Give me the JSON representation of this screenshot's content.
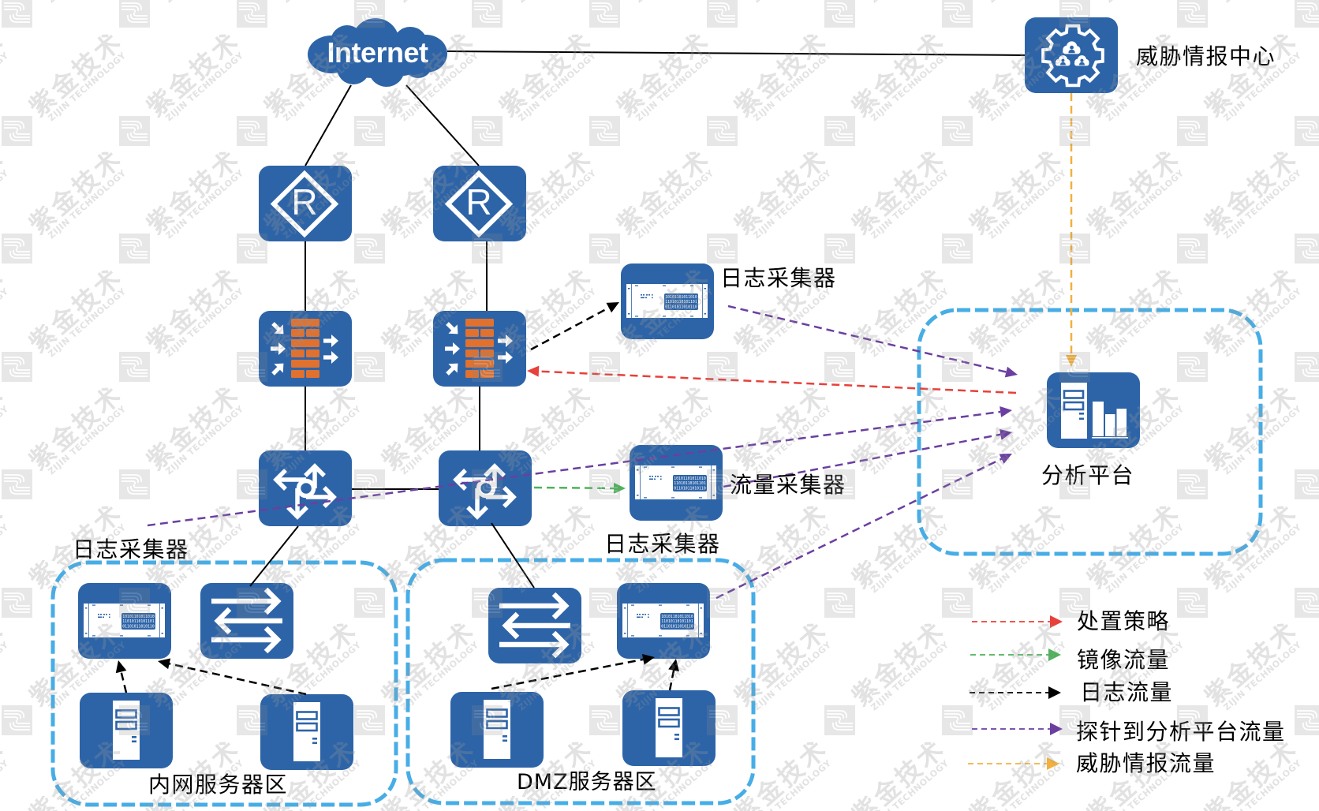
{
  "colors": {
    "device_blue": "#2d64a8",
    "firewall_brick": "#e0712f",
    "zone_border": "#47ade6"
  },
  "router_glyph": "R",
  "rack_display_lines": [
    "10101101011010",
    "11010110101101",
    "01101011010110"
  ],
  "nodes": {
    "internet": {
      "label": "Internet",
      "type": "internet",
      "icon": "cloud-icon"
    },
    "threat_intel": {
      "label": "威胁情报中心",
      "type": "threat-intelligence-center",
      "icon": "gear-users-icon"
    },
    "router_1": {
      "type": "router",
      "icon": "router-icon"
    },
    "router_2": {
      "type": "router",
      "icon": "router-icon"
    },
    "firewall_1": {
      "type": "firewall",
      "icon": "firewall-icon"
    },
    "firewall_2": {
      "type": "firewall",
      "icon": "firewall-icon"
    },
    "core_switch_1": {
      "type": "core-switch",
      "icon": "core-switch-icon"
    },
    "core_switch_2": {
      "type": "core-switch",
      "icon": "core-switch-icon"
    },
    "log_collector_top": {
      "label": "日志采集器",
      "type": "log-collector",
      "icon": "rack-server-icon"
    },
    "flow_collector": {
      "label": "流量采集器",
      "type": "flow-collector",
      "icon": "rack-server-icon"
    },
    "analysis_platform": {
      "label": "分析平台",
      "type": "analysis-platform",
      "icon": "analytics-server-icon"
    },
    "log_collector_inner": {
      "label": "日志采集器",
      "type": "log-collector",
      "icon": "rack-server-icon"
    },
    "inner_switch": {
      "type": "switch",
      "icon": "switch-icon"
    },
    "inner_server_1": {
      "type": "server",
      "icon": "tower-server-icon"
    },
    "inner_server_2": {
      "type": "server",
      "icon": "tower-server-icon"
    },
    "dmz_switch": {
      "type": "switch",
      "icon": "switch-icon"
    },
    "log_collector_dmz": {
      "label": "日志采集器",
      "type": "log-collector",
      "icon": "rack-server-icon"
    },
    "dmz_server_1": {
      "type": "server",
      "icon": "tower-server-icon"
    },
    "dmz_server_2": {
      "type": "server",
      "icon": "tower-server-icon"
    }
  },
  "zones": {
    "analysis": {
      "members": [
        "analysis_platform"
      ]
    },
    "inner": {
      "label": "内网服务器区",
      "members": [
        "log_collector_inner",
        "inner_switch",
        "inner_server_1",
        "inner_server_2"
      ]
    },
    "dmz": {
      "label": "DMZ服务器区",
      "members": [
        "dmz_switch",
        "log_collector_dmz",
        "dmz_server_1",
        "dmz_server_2"
      ]
    }
  },
  "flow_types": {
    "link": {
      "color": "#000000"
    },
    "policy": {
      "color": "#e8403a"
    },
    "mirror": {
      "color": "#4db35a"
    },
    "log": {
      "color": "#000000"
    },
    "probe": {
      "color": "#6b3fa0"
    },
    "threat": {
      "color": "#f2b03e"
    }
  },
  "legend": [
    {
      "flow": "policy",
      "label": "处置策略"
    },
    {
      "flow": "mirror",
      "label": "镜像流量"
    },
    {
      "flow": "log",
      "label": "日志流量"
    },
    {
      "flow": "probe",
      "label": "探针到分析平台流量"
    },
    {
      "flow": "threat",
      "label": "威胁情报流量"
    }
  ],
  "edges": [
    {
      "id": "internet-threat",
      "from": "internet",
      "to": "threat_intel",
      "flow": "link"
    },
    {
      "id": "internet-router1",
      "from": "internet",
      "to": "router_1",
      "flow": "link"
    },
    {
      "id": "internet-router2",
      "from": "internet",
      "to": "router_2",
      "flow": "link"
    },
    {
      "id": "router1-fw1",
      "from": "router_1",
      "to": "firewall_1",
      "flow": "link"
    },
    {
      "id": "router2-fw2",
      "from": "router_2",
      "to": "firewall_2",
      "flow": "link"
    },
    {
      "id": "fw1-core1",
      "from": "firewall_1",
      "to": "core_switch_1",
      "flow": "link"
    },
    {
      "id": "fw2-core2",
      "from": "firewall_2",
      "to": "core_switch_2",
      "flow": "link"
    },
    {
      "id": "core1-core2",
      "from": "core_switch_1",
      "to": "core_switch_2",
      "flow": "link"
    },
    {
      "id": "core1-innersw",
      "from": "core_switch_1",
      "to": "inner_switch",
      "flow": "link"
    },
    {
      "id": "core2-dmzsw",
      "from": "core_switch_2",
      "to": "dmz_switch",
      "flow": "link"
    },
    {
      "id": "fw2-logtop",
      "from": "firewall_2",
      "to": "log_collector_top",
      "flow": "log"
    },
    {
      "id": "analysis-fw2",
      "from": "analysis_platform",
      "to": "firewall_2",
      "flow": "policy"
    },
    {
      "id": "core2-flow",
      "from": "core_switch_2",
      "to": "flow_collector",
      "flow": "mirror"
    },
    {
      "id": "logtop-analysis",
      "from": "log_collector_top",
      "to": "analysis_platform",
      "flow": "probe"
    },
    {
      "id": "loginner-analysis",
      "from": "log_collector_inner",
      "to": "analysis_platform",
      "flow": "probe"
    },
    {
      "id": "flow-analysis",
      "from": "flow_collector",
      "to": "analysis_platform",
      "flow": "probe"
    },
    {
      "id": "logdmz-analysis",
      "from": "log_collector_dmz",
      "to": "analysis_platform",
      "flow": "probe"
    },
    {
      "id": "threat-analysis",
      "from": "threat_intel",
      "to": "analysis_platform",
      "flow": "threat"
    },
    {
      "id": "innersrv1-loginner",
      "from": "inner_server_1",
      "to": "log_collector_inner",
      "flow": "log"
    },
    {
      "id": "innersrv2-loginner",
      "from": "inner_server_2",
      "to": "log_collector_inner",
      "flow": "log"
    },
    {
      "id": "dmzsrv1-logdmz",
      "from": "dmz_server_1",
      "to": "log_collector_dmz",
      "flow": "log"
    },
    {
      "id": "dmzsrv2-logdmz",
      "from": "dmz_server_2",
      "to": "log_collector_dmz",
      "flow": "log"
    }
  ],
  "watermark": {
    "text": "紫金技术",
    "subtext": "ZIJIN TECHNOLOGY"
  }
}
